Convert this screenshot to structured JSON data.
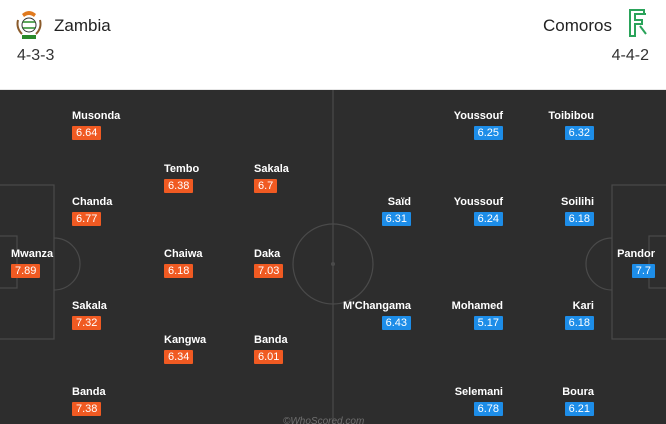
{
  "home": {
    "name": "Zambia",
    "formation": "4-3-3",
    "crest_icon": "zambia-crest-icon",
    "rating_color": "#f05a22",
    "players": [
      {
        "name": "Musonda",
        "rating": "6.64"
      },
      {
        "name": "Tembo",
        "rating": "6.38"
      },
      {
        "name": "Sakala",
        "rating": "6.7"
      },
      {
        "name": "Chanda",
        "rating": "6.77"
      },
      {
        "name": "Mwanza",
        "rating": "7.89"
      },
      {
        "name": "Chaiwa",
        "rating": "6.18"
      },
      {
        "name": "Daka",
        "rating": "7.03"
      },
      {
        "name": "Sakala",
        "rating": "7.32"
      },
      {
        "name": "Kangwa",
        "rating": "6.34"
      },
      {
        "name": "Banda",
        "rating": "6.01"
      },
      {
        "name": "Banda",
        "rating": "7.38"
      }
    ]
  },
  "away": {
    "name": "Comoros",
    "formation": "4-4-2",
    "crest_icon": "comoros-crest-icon",
    "rating_color": "#1d8de8",
    "players": [
      {
        "name": "Youssouf",
        "rating": "6.25"
      },
      {
        "name": "Toibibou",
        "rating": "6.32"
      },
      {
        "name": "Saïd",
        "rating": "6.31"
      },
      {
        "name": "Youssouf",
        "rating": "6.24"
      },
      {
        "name": "Soilihi",
        "rating": "6.18"
      },
      {
        "name": "Pandor",
        "rating": "7.7"
      },
      {
        "name": "M'Changama",
        "rating": "6.43"
      },
      {
        "name": "Mohamed",
        "rating": "5.17"
      },
      {
        "name": "Kari",
        "rating": "6.18"
      },
      {
        "name": "Selemani",
        "rating": "6.78"
      },
      {
        "name": "Boura",
        "rating": "6.21"
      }
    ]
  },
  "pitch": {
    "color": "#2d2d2d"
  },
  "watermark": "©WhoScored.com"
}
